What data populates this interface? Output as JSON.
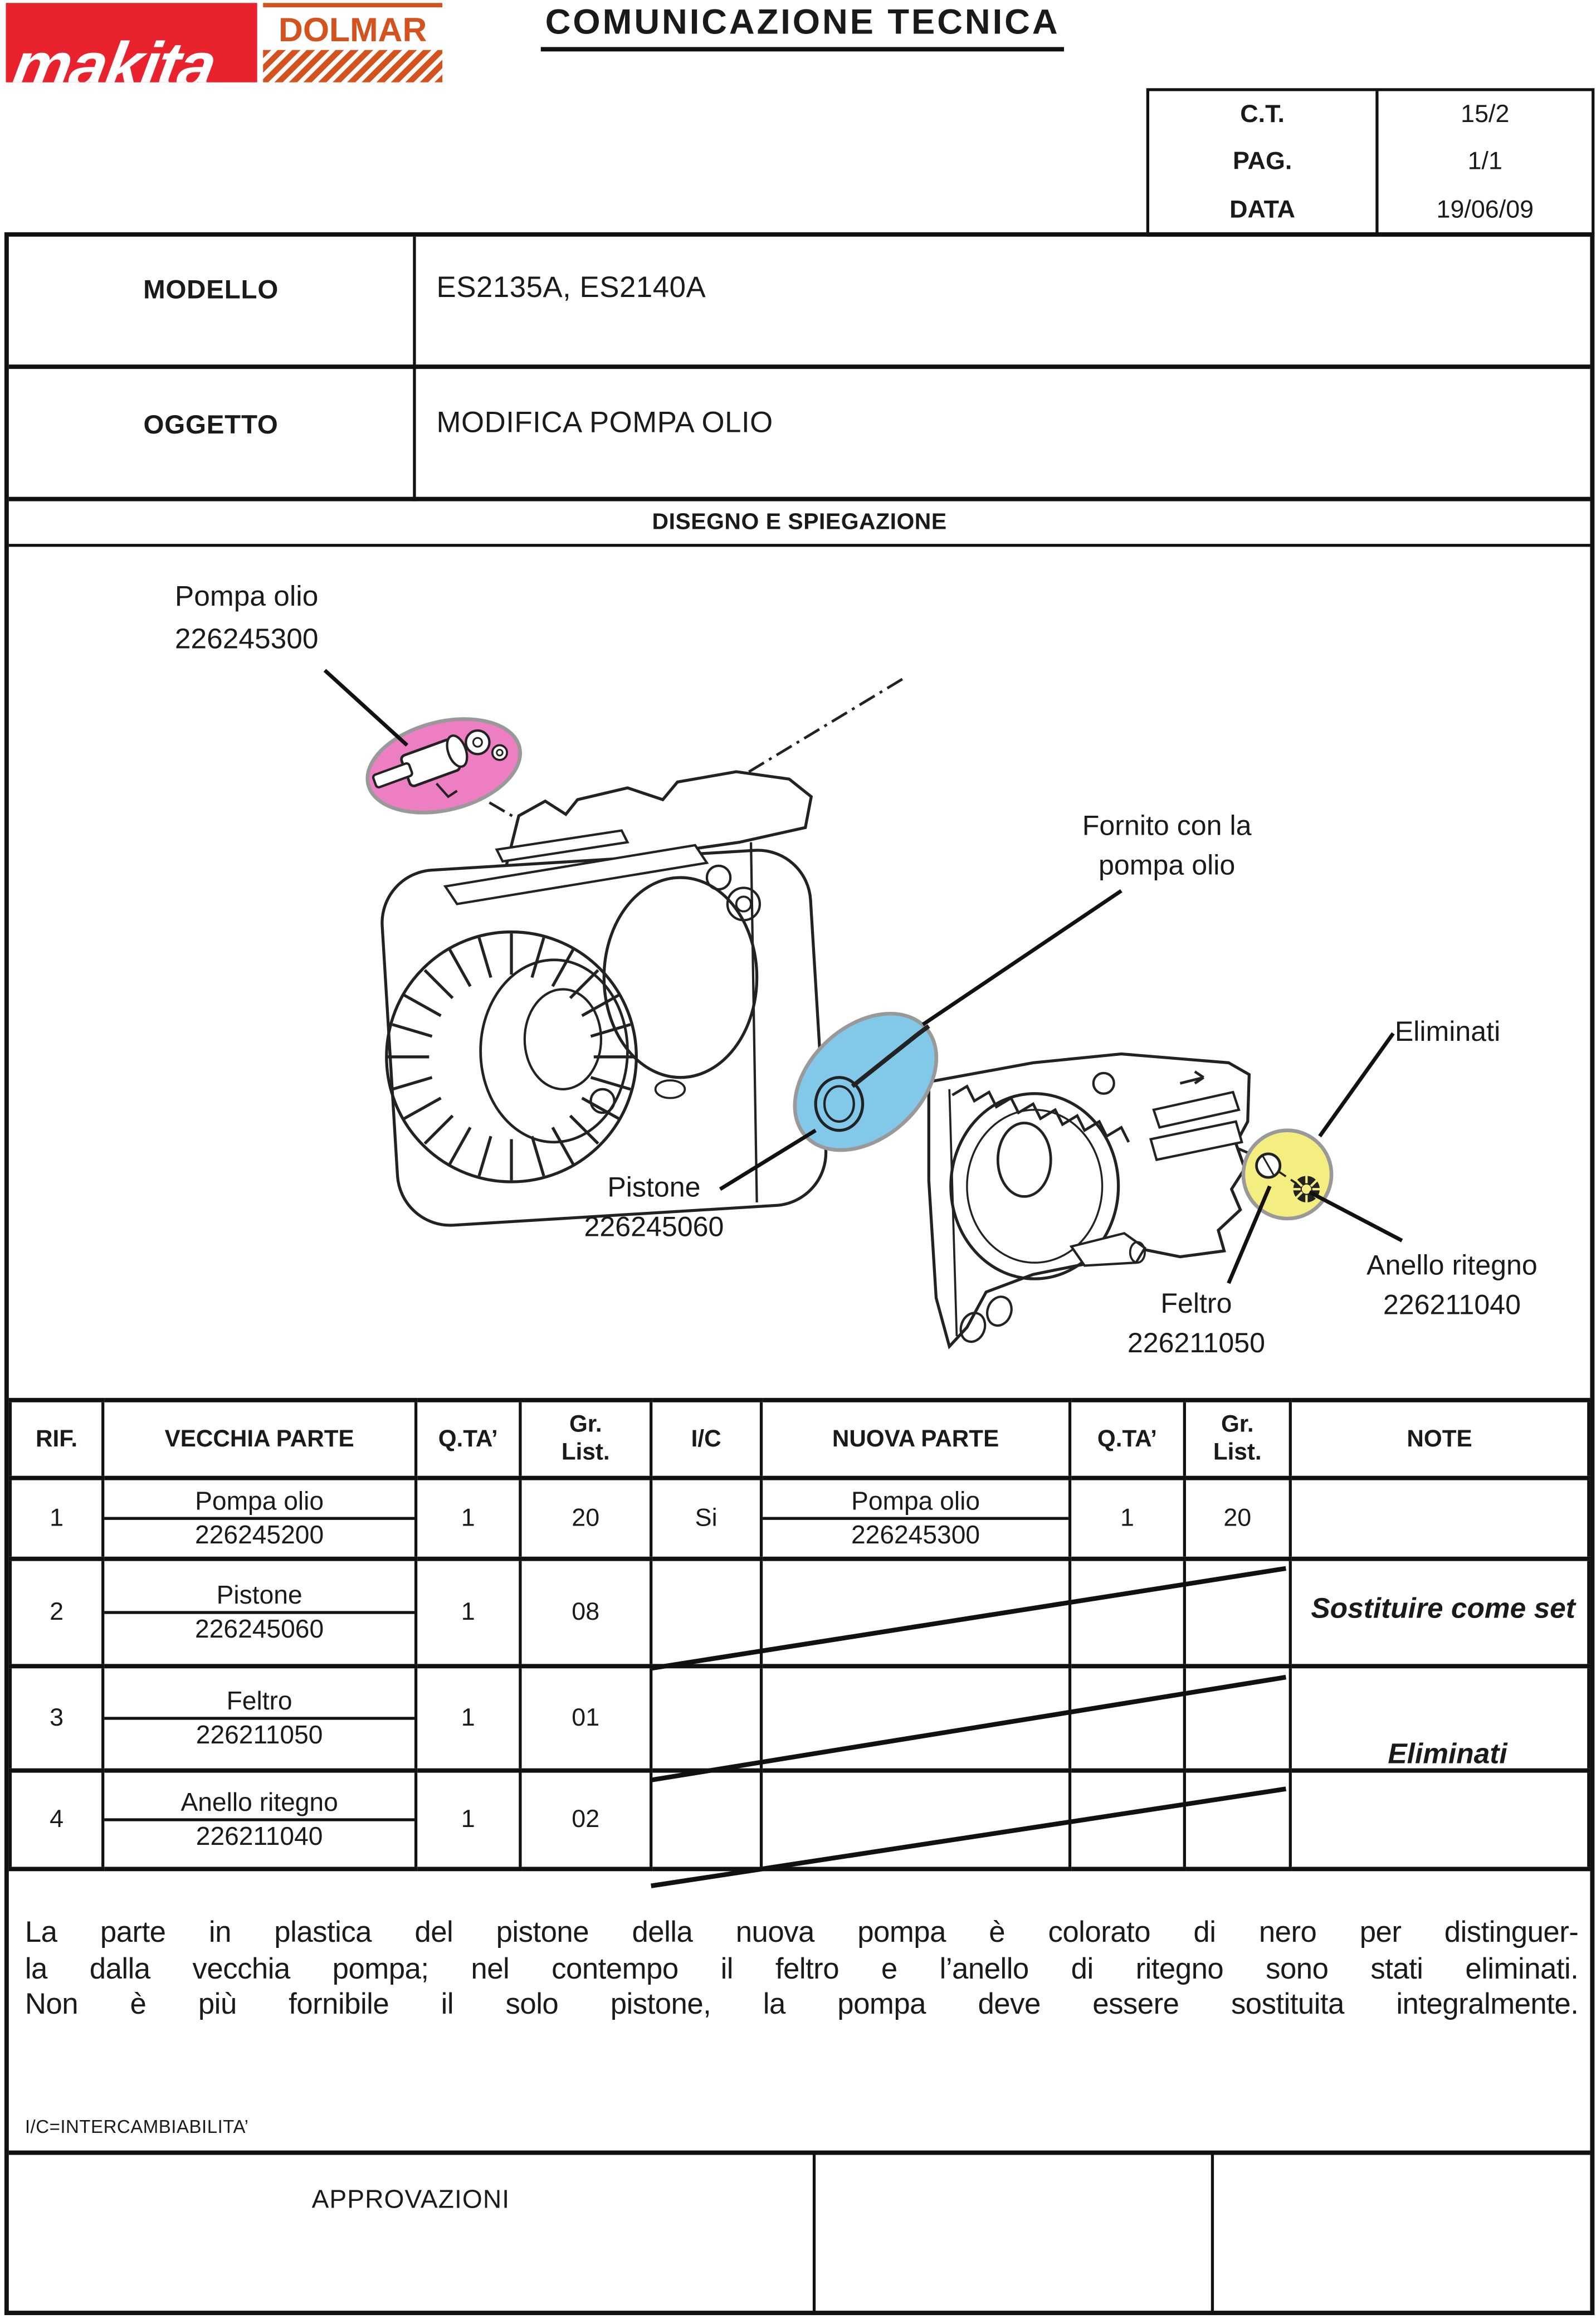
{
  "header": {
    "title": "COMUNICAZIONE TECNICA",
    "makita_text": "makita",
    "dolmar_text": "DOLMAR"
  },
  "info_box": {
    "rows": [
      {
        "label": "C.T.",
        "value": "15/2"
      },
      {
        "label": "PAG.",
        "value": "1/1"
      },
      {
        "label": "DATA",
        "value": "19/06/09"
      }
    ]
  },
  "model": {
    "label": "MODELLO",
    "value": "ES2135A, ES2140A"
  },
  "subject": {
    "label": "OGGETTO",
    "value": "MODIFICA POMPA OLIO"
  },
  "drawing": {
    "section_title": "DISEGNO E SPIEGAZIONE",
    "labels": {
      "pump": {
        "line1": "Pompa olio",
        "line2": "226245300"
      },
      "supplied": {
        "line1": "Fornito con la",
        "line2": "pompa olio"
      },
      "eliminated": "Eliminati",
      "piston": {
        "line1": "Pistone",
        "line2": "226245060"
      },
      "felt": {
        "line1": "Feltro",
        "line2": "226211050"
      },
      "ring": {
        "line1": "Anello ritegno",
        "line2": "226211040"
      }
    },
    "colors": {
      "pump_highlight": "#ee7ec2",
      "piston_highlight": "#82c8e8",
      "eliminated_highlight": "#f3ee7f",
      "highlight_stroke": "#999999",
      "makita_red": "#e8232e",
      "dolmar_orange": "#d4521e"
    }
  },
  "parts_table": {
    "headers": [
      "RIF.",
      "VECCHIA PARTE",
      "Q.TA’",
      "Gr.\nList.",
      "I/C",
      "NUOVA PARTE",
      "Q.TA’",
      "Gr.\nList.",
      "NOTE"
    ],
    "rows": [
      {
        "rif": "1",
        "old_name": "Pompa olio",
        "old_code": "226245200",
        "qty": "1",
        "gr": "20",
        "ic": "Si",
        "new_name": "Pompa olio",
        "new_code": "226245300",
        "qty2": "1",
        "gr2": "20"
      },
      {
        "rif": "2",
        "old_name": "Pistone",
        "old_code": "226245060",
        "qty": "1",
        "gr": "08",
        "ic": "",
        "new_name": "",
        "new_code": "",
        "qty2": "",
        "gr2": ""
      },
      {
        "rif": "3",
        "old_name": "Feltro",
        "old_code": "226211050",
        "qty": "1",
        "gr": "01",
        "ic": "",
        "new_name": "",
        "new_code": "",
        "qty2": "",
        "gr2": ""
      },
      {
        "rif": "4",
        "old_name": "Anello ritegno",
        "old_code": "226211040",
        "qty": "1",
        "gr": "02",
        "ic": "",
        "new_name": "",
        "new_code": "",
        "qty2": "",
        "gr2": ""
      }
    ],
    "notes": {
      "replace_set": "Sostituire come set",
      "eliminated": "Eliminati"
    }
  },
  "paragraph": {
    "lines": [
      "La parte in plastica del pistone della nuova pompa è colorato di nero per distinguer-",
      "la dalla vecchia pompa; nel contempo il feltro e l’anello di ritegno sono stati eliminati.",
      "Non è più fornibile il solo pistone, la pompa deve essere sostituita integralmente."
    ]
  },
  "footer": {
    "ic_note": "I/C=INTERCAMBIABILITA’",
    "approvals_label": "APPROVAZIONI"
  }
}
